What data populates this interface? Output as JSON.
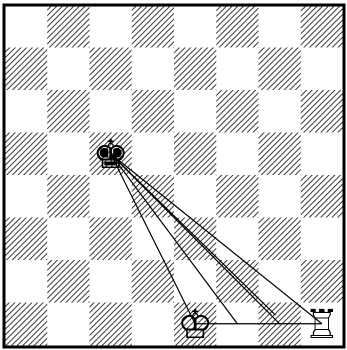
{
  "board": {
    "files": 8,
    "ranks": 8,
    "light_color": "#ffffff",
    "dark_pattern": "diagonal-hatch",
    "dark_hatch_color": "#444444"
  },
  "pieces": [
    {
      "name": "black-king-icon",
      "glyph": "♚",
      "square": "c5"
    },
    {
      "name": "white-king-icon",
      "glyph": "♔",
      "square": "e1"
    },
    {
      "name": "white-rook-icon",
      "glyph": "♖",
      "square": "h1"
    }
  ],
  "lines": [
    {
      "from": "c5",
      "to": "e1"
    },
    {
      "from": "c5",
      "to": "f1"
    },
    {
      "from": "c5",
      "to": "g1"
    },
    {
      "from": "c5",
      "to": "h1"
    },
    {
      "from": "c5",
      "to": "g1.3"
    },
    {
      "from": "e1",
      "to": "h1"
    }
  ]
}
